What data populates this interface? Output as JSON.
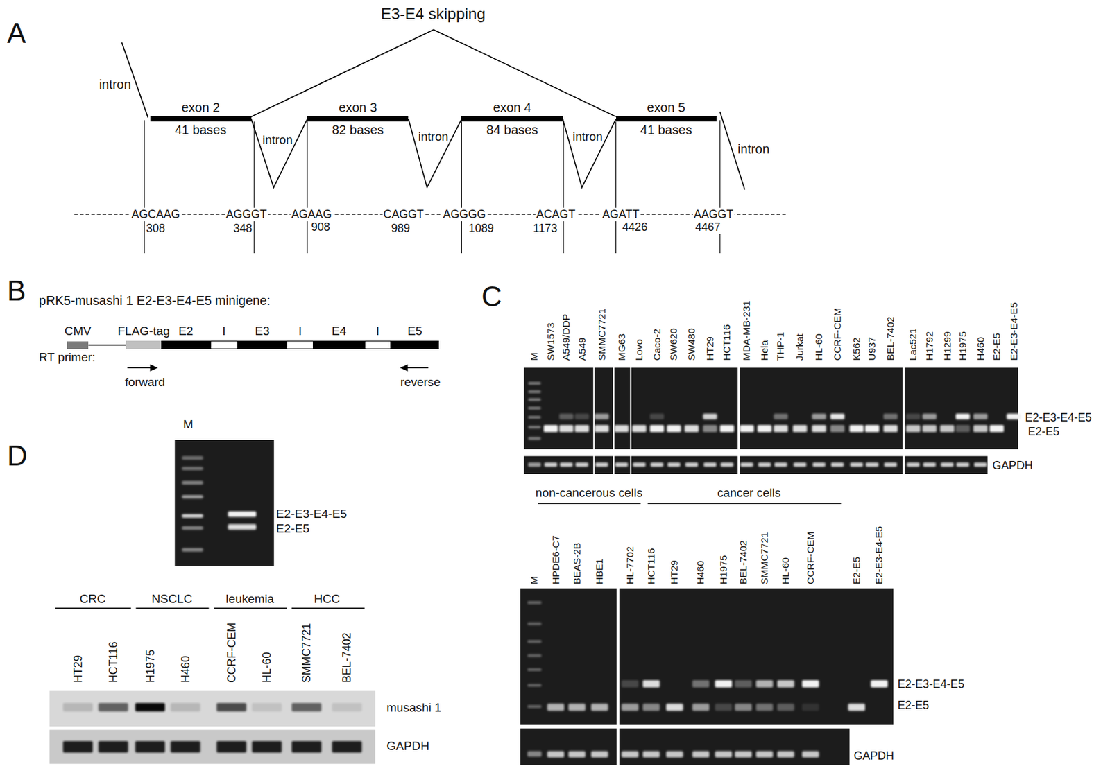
{
  "diagram": {
    "nodes": [
      {
        "text": [
          "exon 2",
          "41 bases"
        ]
      },
      {
        "text": [
          "exon 3",
          "82 bases"
        ]
      },
      {
        "text": [
          "exon 4",
          "84 bases"
        ]
      },
      {
        "text": [
          "exon 5",
          "41 bases"
        ]
      },
      {
        "text": [
          "CMV"
        ]
      },
      {
        "text": [
          "FLAG-tag"
        ]
      },
      {
        "text": [
          "E2"
        ]
      },
      {
        "text": [
          "I"
        ]
      },
      {
        "text": [
          "E3"
        ]
      },
      {
        "text": [
          "I"
        ]
      },
      {
        "text": [
          "E4"
        ]
      },
      {
        "text": [
          "I"
        ]
      },
      {
        "text": [
          "E5"
        ]
      }
    ],
    "edges": [
      {
        "from": 0,
        "to": 1,
        "arrow": "none",
        "label": "intron"
      },
      {
        "from": 1,
        "to": 2,
        "arrow": "none",
        "label": "intron"
      },
      {
        "from": 2,
        "to": 3,
        "arrow": "none",
        "label": "intron"
      },
      {
        "from": 0,
        "to": 3,
        "arrow": "none",
        "label": "E3-E4 skipping"
      },
      {
        "from": 4,
        "to": 5,
        "arrow": "none"
      }
    ],
    "labels": [
      "A",
      "intron",
      "intron",
      "AGCAAG",
      "308",
      "AGGGT",
      "348",
      "AGAAG",
      "908",
      "CAGGT",
      "989",
      "AGGGG",
      "1089",
      "ACAGT",
      "1173",
      "AGATT",
      "4426",
      "AAGGT",
      "4467",
      "B",
      "pRK5-musashi 1 E2-E3-E4-E5 minigene:",
      "RT primer:",
      "forward",
      "reverse",
      "C",
      "M",
      "SW1573",
      "A549/DDP",
      "A549",
      "SMMC7721",
      "MG63",
      "Lovo",
      "Caco-2",
      "SW620",
      "SW480",
      "HT29",
      "HCT116",
      "MDA-MB-231",
      "Hela",
      "THP-1",
      "Jurkat",
      "HL-60",
      "CCRF-CEM",
      "K562",
      "U937",
      "BEL-7402",
      "Lac521",
      "H1792",
      "H1299",
      "H1975",
      "H460",
      "E2-E5",
      "E2-E3-E4-E5",
      "E2-E3-E4-E5",
      "E2-E5",
      "GAPDH",
      "non-cancerous cells",
      "cancer cells",
      "M",
      "HPDE6-C7",
      "BEAS-2B",
      "HBE1",
      "HL-7702",
      "HCT116",
      "HT29",
      "H460",
      "H1975",
      "BEL-7402",
      "SMMC7721",
      "HL-60",
      "CCRF-CEM",
      "E2-E5",
      "E2-E3-E4-E5",
      "E2-E3-E4-E5",
      "E2-E5",
      "GAPDH",
      "D",
      "M",
      "E2-E3-E4-E5",
      "E2-E5",
      "CRC",
      "NSCLC",
      "leukemia",
      "HCC",
      "HT29",
      "HCT116",
      "H1975",
      "H460",
      "CCRF-CEM",
      "HL-60",
      "SMMC7721",
      "BEL-7402",
      "musashi 1",
      "GAPDH"
    ]
  }
}
